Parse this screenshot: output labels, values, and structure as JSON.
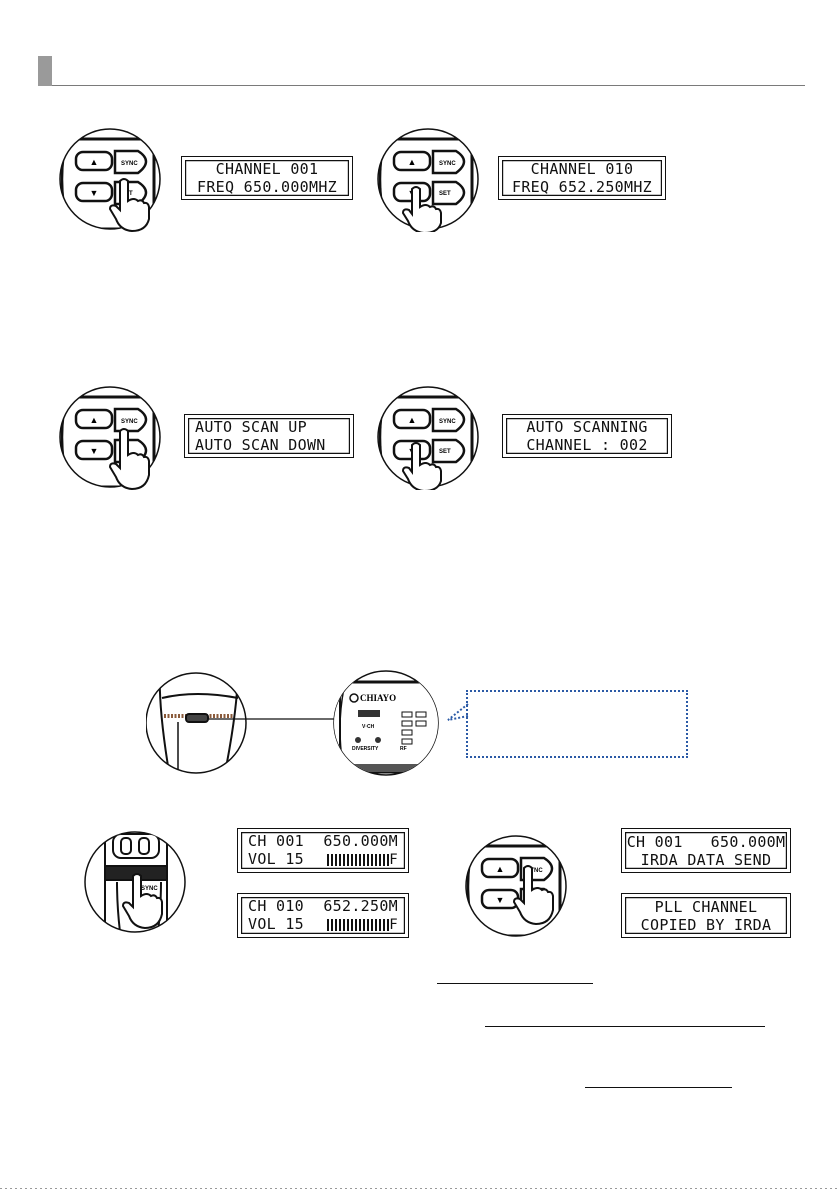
{
  "displays": {
    "channel_001": {
      "line1": "CHANNEL 001",
      "line2": "FREQ 650.000MHZ"
    },
    "channel_010": {
      "line1": "CHANNEL 010",
      "line2": "FREQ 652.250MHZ"
    },
    "auto_scan": {
      "line1": "AUTO SCAN UP",
      "line2": "AUTO SCAN DOWN"
    },
    "auto_scanning": {
      "line1": "AUTO SCANNING",
      "line2": "CHANNEL : 002"
    },
    "tx_ch001": {
      "ch": "CH 001",
      "freq": "650.000M",
      "vol": "VOL 15",
      "end": "F"
    },
    "tx_ch010": {
      "ch": "CH 010",
      "freq": "652.250M",
      "vol": "VOL 15",
      "end": "F"
    },
    "irda_send": {
      "line1": "CH 001   650.000M",
      "line2": "IRDA DATA SEND"
    },
    "pll_copied": {
      "line1": "PLL CHANNEL",
      "line2": "COPIED BY IRDA"
    }
  },
  "buttons": {
    "sync": "SYNC",
    "set": "SET",
    "up": "▲",
    "down": "▼"
  },
  "receiver": {
    "brand": "CHIAYO",
    "diversity": "DIVERSITY",
    "rf": "RF",
    "vch": "V·CH"
  },
  "transmitter": {
    "sync": "SYNC"
  },
  "colors": {
    "bubble_border": "#2b5aa6",
    "header_marker": "#9a9a9a"
  }
}
